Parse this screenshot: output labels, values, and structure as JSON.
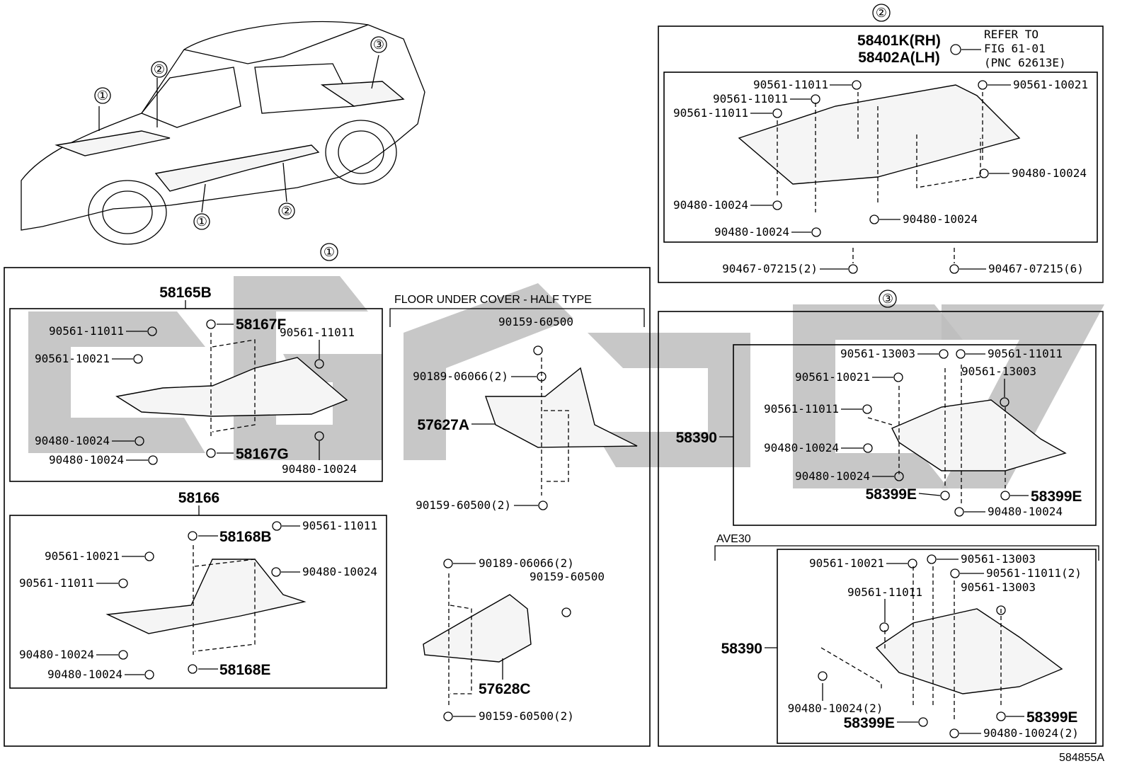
{
  "car": {
    "callouts": [
      "①",
      "②",
      "③",
      "①",
      "②"
    ]
  },
  "section1": {
    "marker": "①",
    "group_58165": {
      "title": "58165B",
      "labels": [
        "90561-11011",
        "90561-10021",
        "58167F",
        "90561-11011",
        "90480-10024",
        "90480-10024",
        "58167G",
        "90480-10024"
      ]
    },
    "group_58166": {
      "title": "58166",
      "labels": [
        "58168B",
        "90561-11011",
        "90561-10021",
        "90480-10024",
        "90561-11011",
        "90480-10024",
        "90480-10024",
        "58168E"
      ]
    },
    "half_type": {
      "title": "FLOOR UNDER COVER - HALF TYPE",
      "labels": [
        "90159-60500",
        "90189-06066(2)",
        "57627A",
        "90159-60500(2)",
        "90189-06066(2)",
        "90159-60500",
        "57628C",
        "90159-60500(2)"
      ]
    }
  },
  "section2": {
    "marker": "②",
    "top_labels": [
      "58401K(RH)",
      "58402A(LH)",
      "REFER TO",
      "FIG 61-01",
      "(PNC 62613E)"
    ],
    "labels": [
      "90561-11011",
      "90561-11011",
      "90561-11011",
      "90561-10021",
      "90480-10024",
      "90480-10024",
      "90480-10024",
      "90480-10024",
      "90467-07215(2)",
      "90467-07215(6)"
    ]
  },
  "section3": {
    "marker": "③",
    "upper": {
      "labels": [
        "90561-13003",
        "90561-11011",
        "90561-10021",
        "90561-13003",
        "90561-11011",
        "58390",
        "90480-10024",
        "90480-10024",
        "58399E",
        "58399E",
        "90480-10024"
      ]
    },
    "ave_title": "AVE30",
    "lower": {
      "labels": [
        "90561-13003",
        "90561-10021",
        "90561-11011(2)",
        "90561-13003",
        "90561-11011",
        "58390",
        "90480-10024(2)",
        "58399E",
        "58399E",
        "90480-10024(2)"
      ]
    }
  },
  "footer": {
    "code": "584855A"
  }
}
